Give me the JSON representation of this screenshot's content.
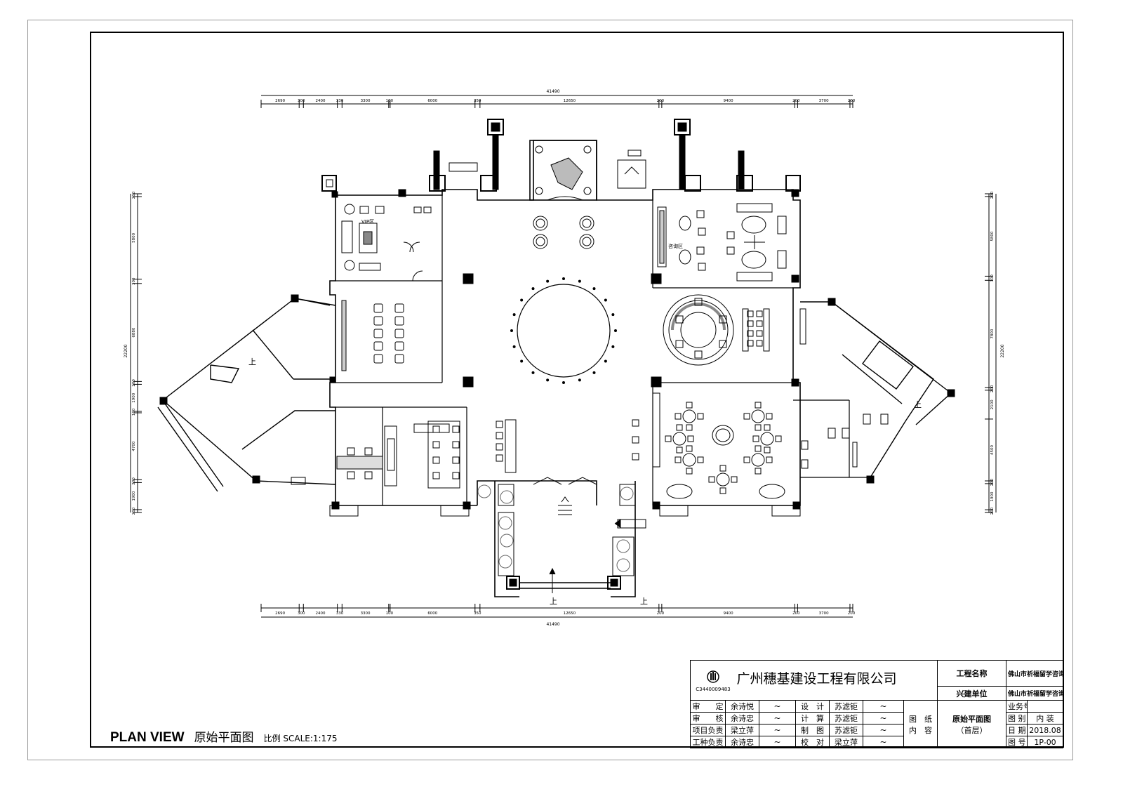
{
  "drawing": {
    "overall_width": "41490",
    "overall_height": "22200",
    "segments_top": [
      "2690",
      "300",
      "2400",
      "330",
      "3300",
      "100",
      "6000",
      "350",
      "12650",
      "200",
      "9400",
      "200",
      "3700",
      "200"
    ],
    "segments_bottom": [
      "2690",
      "300",
      "2400",
      "330",
      "3300",
      "100",
      "6000",
      "350",
      "12650",
      "200",
      "9400",
      "200",
      "3700",
      "200"
    ],
    "segments_left": [
      "200",
      "5800",
      "300",
      "6880",
      "200",
      "1900",
      "100",
      "4700",
      "200",
      "1900",
      "200"
    ],
    "segments_right": [
      "200",
      "5800",
      "300",
      "7800",
      "200",
      "2100",
      "4500",
      "200",
      "1900",
      "200"
    ],
    "room_labels": {
      "vip": "VIP区",
      "consult": "咨询区"
    },
    "up_label": "上"
  },
  "caption": {
    "title_en": "PLAN VIEW",
    "title_cn": "原始平面图",
    "scale": "比例 SCALE:1:175"
  },
  "title_block": {
    "logo_code": "C3440009483",
    "company": "广州穗基建设工程有限公司",
    "project_label": "工程名称",
    "project_value": "佛山市祈福留学咨询有限公司装修工程",
    "client_label": "兴建单位",
    "client_value": "佛山市祈福留学咨询有限公司",
    "rows": [
      {
        "role": "审　　定",
        "name": "余诗悦",
        "role2": "设　计",
        "name2": "苏滤钜"
      },
      {
        "role": "审　　核",
        "name": "余诗忠",
        "role2": "计　算",
        "name2": "苏滤钜"
      },
      {
        "role": "项目负责",
        "name": "梁立萍",
        "role2": "制　图",
        "name2": "苏滤钜"
      },
      {
        "role": "工种负责",
        "name": "余诗忠",
        "role2": "校　对",
        "name2": "梁立萍"
      }
    ],
    "drawing_content_label": "图　纸　内　容",
    "drawing_title": "原始平面图",
    "drawing_subtitle": "（首层）",
    "job_no_label": "业务号",
    "job_no_value": "",
    "category_label": "图 别",
    "category_value": "内 装",
    "date_label": "日 期",
    "date_value": "2018.08",
    "drawing_no_label": "图 号",
    "drawing_no_value": "1P-00"
  }
}
